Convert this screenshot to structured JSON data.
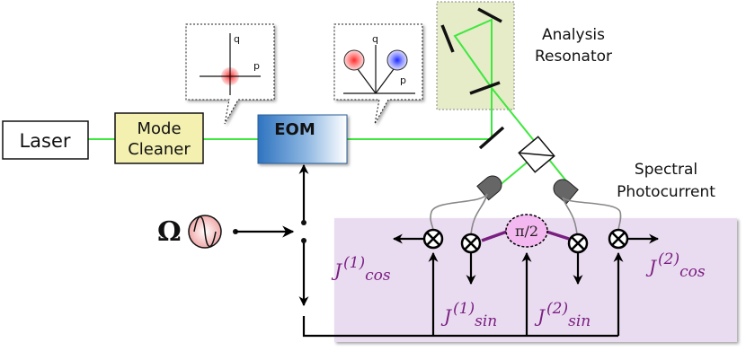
{
  "labels": {
    "laser": "Laser",
    "mode_cleaner_line1": "Mode",
    "mode_cleaner_line2": "Cleaner",
    "eom": "EOM",
    "analysis_resonator_line1": "Analysis",
    "analysis_resonator_line2": "Resonator",
    "spectral_line1": "Spectral",
    "spectral_line2": "Photocurrent",
    "omega": "Ω",
    "phase_shift": "π/2"
  },
  "phase_space_left": {
    "q": "q",
    "p": "p"
  },
  "phase_space_right": {
    "q": "q",
    "p": "p"
  },
  "outputs": {
    "j1cos": {
      "base": "J",
      "sup": "(1)",
      "sub": "cos"
    },
    "j1sin": {
      "base": "J",
      "sup": "(1)",
      "sub": "sin"
    },
    "j2sin": {
      "base": "J",
      "sup": "(2)",
      "sub": "sin"
    },
    "j2cos": {
      "base": "J",
      "sup": "(2)",
      "sub": "cos"
    }
  },
  "colors": {
    "beam": "#3ee83e",
    "mode_cleaner_fill": "#f3f0b0",
    "resonator_fill": "#e6ebc8",
    "spectral_region_fill": "#eadcf0",
    "output_labels": "#7a1f82",
    "eom_fill": "#3a7fc4"
  }
}
